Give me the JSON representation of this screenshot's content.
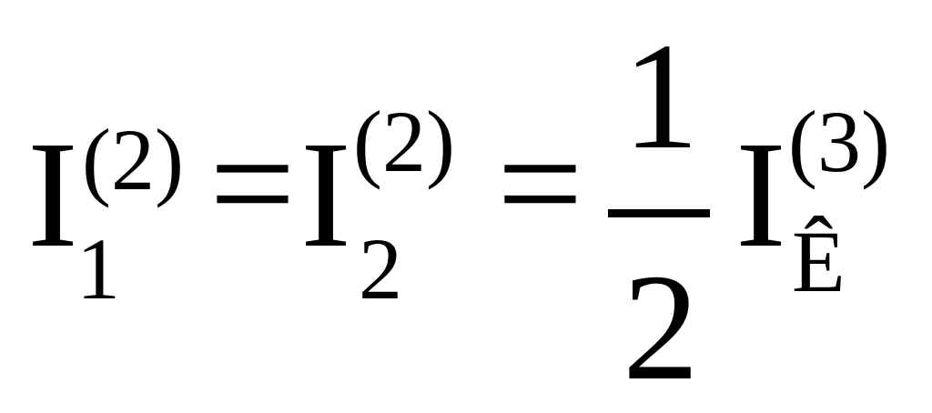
{
  "formula": {
    "term1": {
      "base": "I",
      "superscript": "(2)",
      "subscript": "1"
    },
    "eq1": "=",
    "term2": {
      "base": "I",
      "superscript": "(2)",
      "subscript": "2"
    },
    "eq2": "=",
    "fraction": {
      "numerator": "1",
      "denominator": "2"
    },
    "term3": {
      "base": "I",
      "superscript": "(3)",
      "subscript": "Ê"
    }
  }
}
